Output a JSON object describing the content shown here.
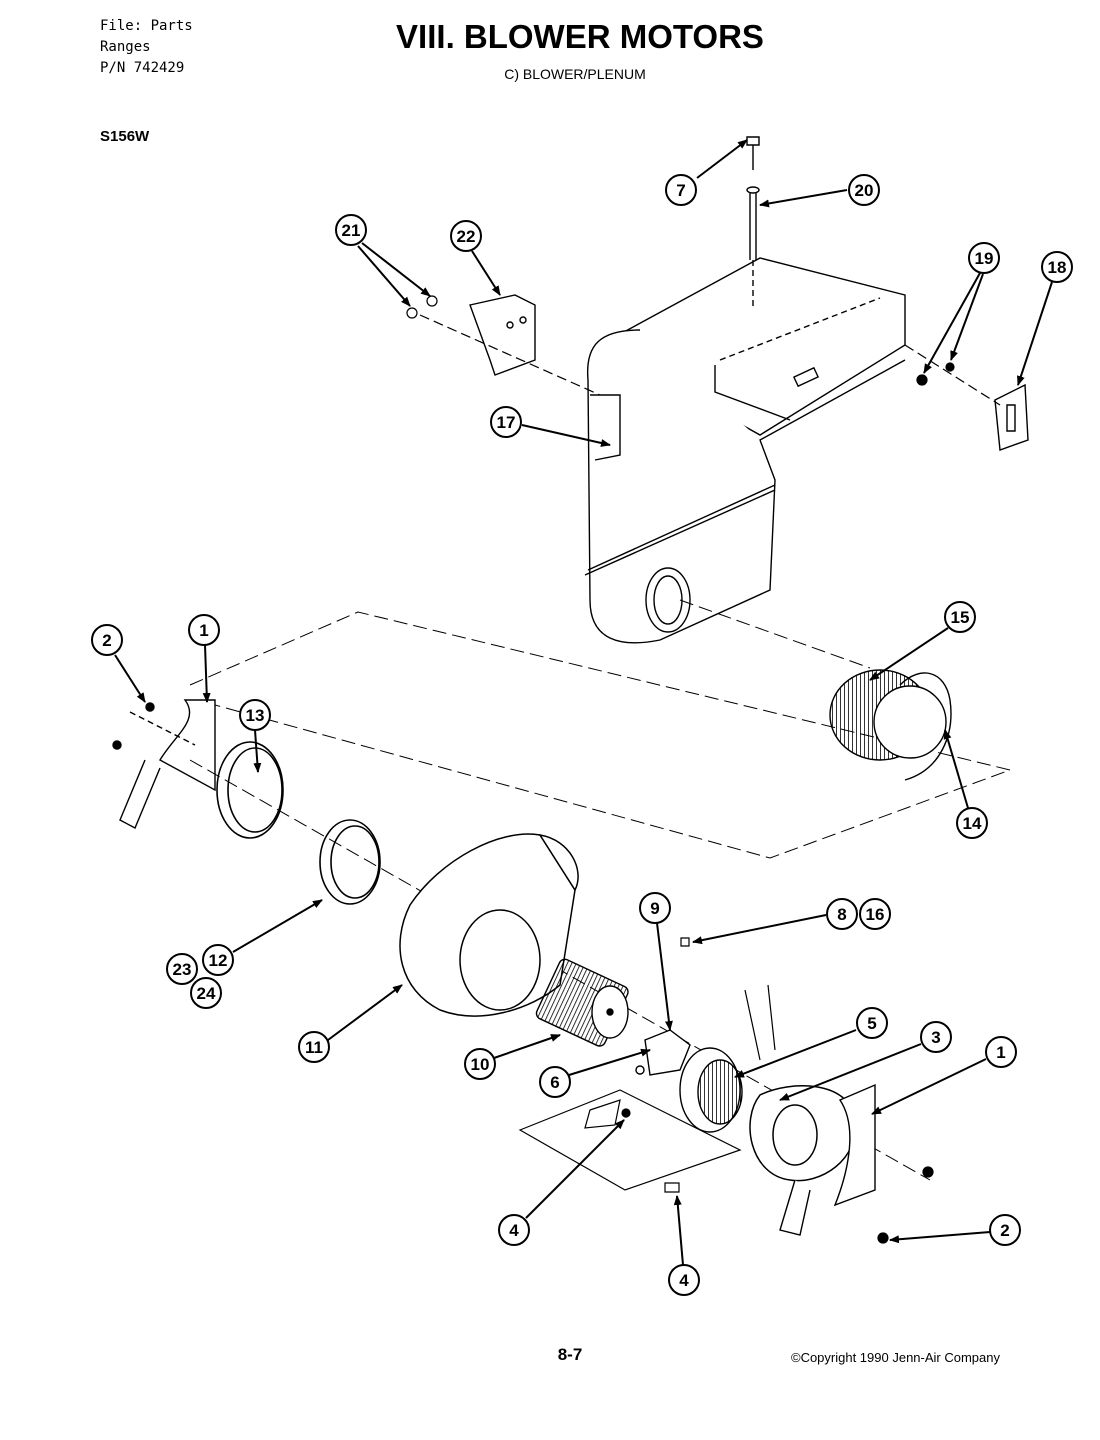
{
  "header": {
    "file_lines": [
      "File: Parts",
      "Ranges",
      "P/N 742429"
    ],
    "title": "VIII. BLOWER MOTORS",
    "subtitle": "C) BLOWER/PLENUM",
    "model": "S156W"
  },
  "footer": {
    "page_number": "8-7",
    "copyright": "©Copyright 1990 Jenn-Air Company"
  },
  "callouts": {
    "c7": "7",
    "c20": "20",
    "c21": "21",
    "c22": "22",
    "c19": "19",
    "c18": "18",
    "c17": "17",
    "c15": "15",
    "c2a": "2",
    "c1a": "1",
    "c13": "13",
    "c14": "14",
    "c9": "9",
    "c8": "8",
    "c16": "16",
    "c23": "23",
    "c12": "12",
    "c24": "24",
    "c11": "11",
    "c5": "5",
    "c3": "3",
    "c1b": "1",
    "c10": "10",
    "c6": "6",
    "c4a": "4",
    "c2b": "2",
    "c4b": "4"
  }
}
